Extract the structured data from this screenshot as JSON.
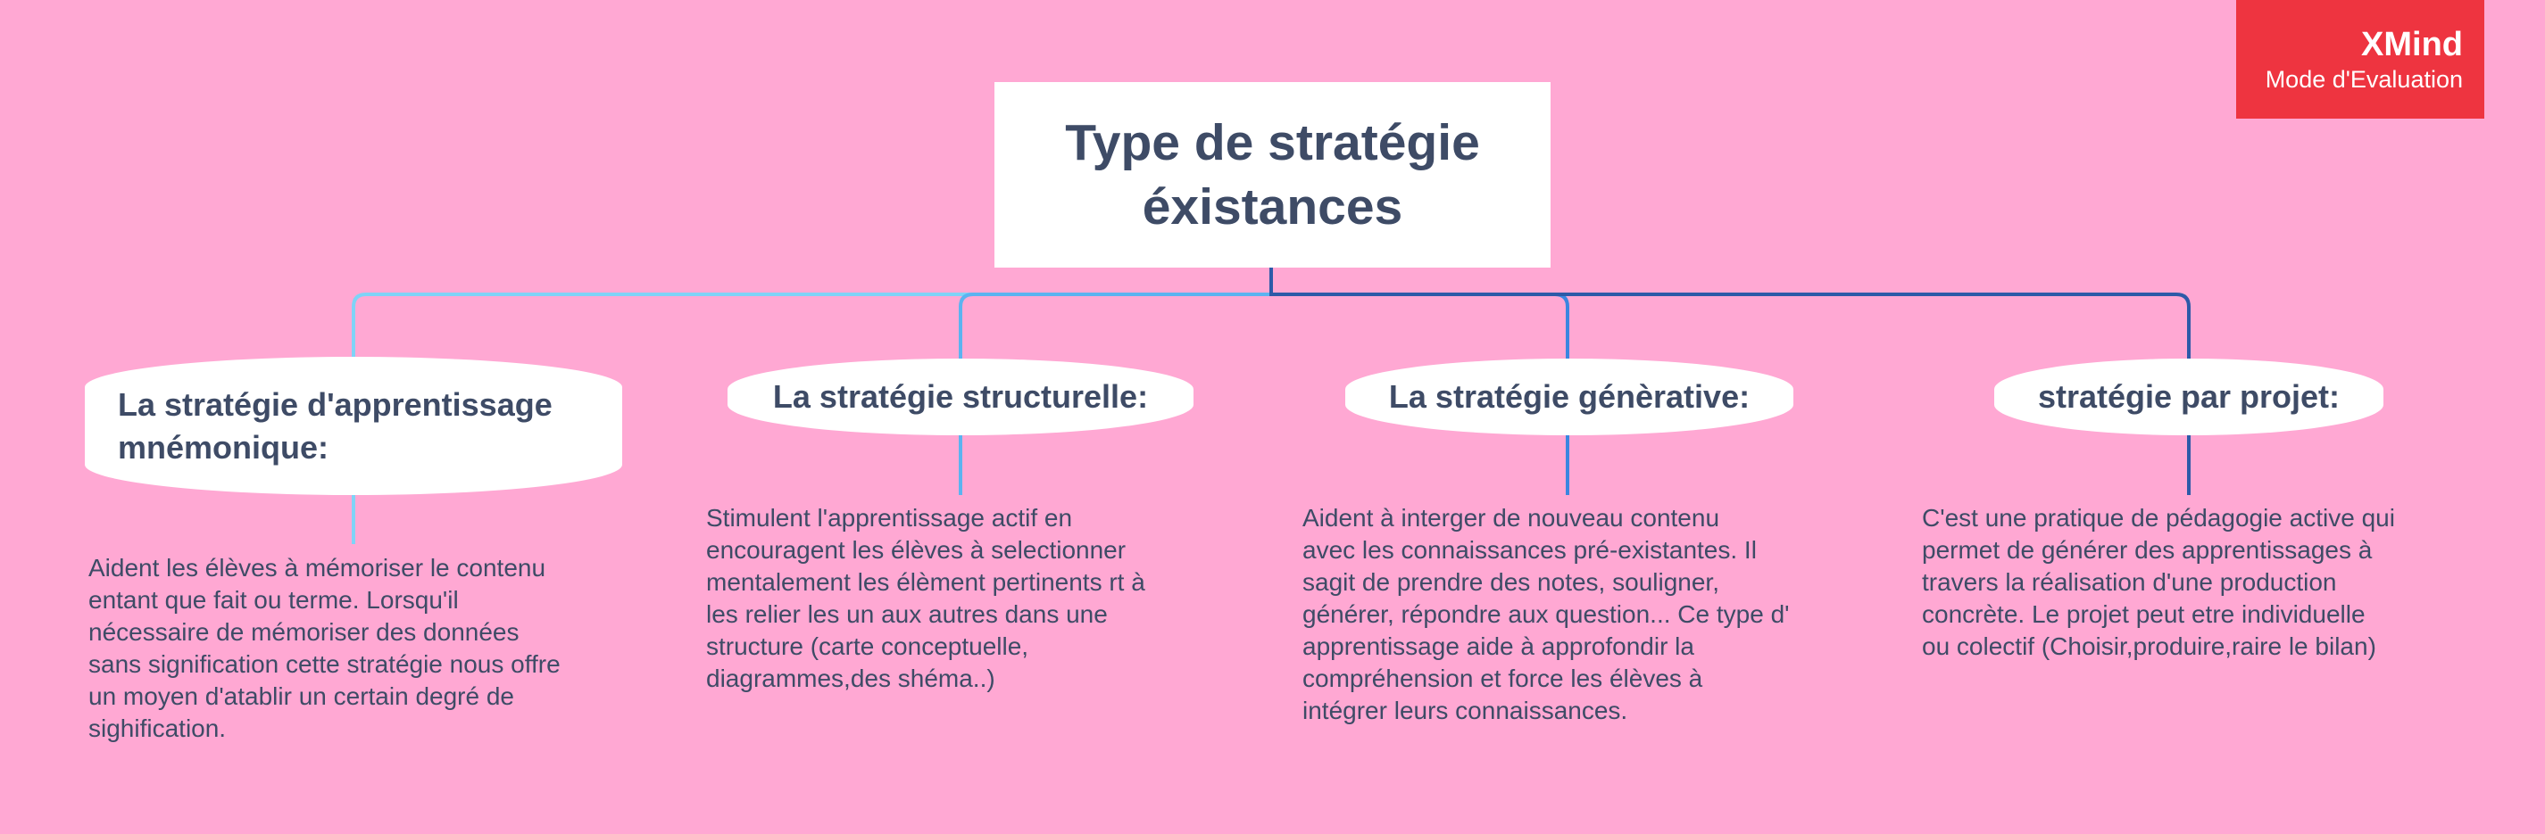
{
  "watermark": {
    "brand": "XMind",
    "mode": "Mode d'Evaluation"
  },
  "central_topic": {
    "title": "Type de stratégie éxistances"
  },
  "branches": [
    {
      "label": "La stratégie d'apprentissage mnémonique:",
      "line_color": "#7fd3f7",
      "description": "Aident les élèves à mémoriser le contenu\nentant que fait ou terme. Lorsqu'il\nnécessaire de mémoriser des données\nsans signification cette stratégie nous offre\nun moyen d'atablir un certain degré de\nsighification."
    },
    {
      "label": "La stratégie structurelle:",
      "line_color": "#5cb3f0",
      "description": "Stimulent l'apprentissage actif en\nencouragent les élèves à selectionner\nmentalement les élèment pertinents rt à\nles relier les un aux autres dans une\nstructure  (carte conceptuelle,\ndiagrammes,des shéma..)"
    },
    {
      "label": "La stratégie génèrative:",
      "line_color": "#3a86e0",
      "description": "Aident à interger de nouveau contenu\navec les connaissances pré-existantes. Il\nsagit de prendre des notes, souligner,\ngénérer, répondre aux question... Ce type d'\napprentissage aide à approfondir la\ncompréhension et force les élèves à\nintégrer leurs connaissances."
    },
    {
      "label": "stratégie par projet:",
      "line_color": "#2d5aa8",
      "description": "C'est une pratique de pédagogie active qui\npermet de générer des apprentissages à\ntravers la réalisation d'une production\nconcrète. Le projet peut etre individuelle\nou colectif (Choisir,produire,raire le bilan)"
    }
  ],
  "colors": {
    "background": "#ffa8d3",
    "topic_text": "#3e4b66",
    "watermark_bg": "#ee3440"
  }
}
